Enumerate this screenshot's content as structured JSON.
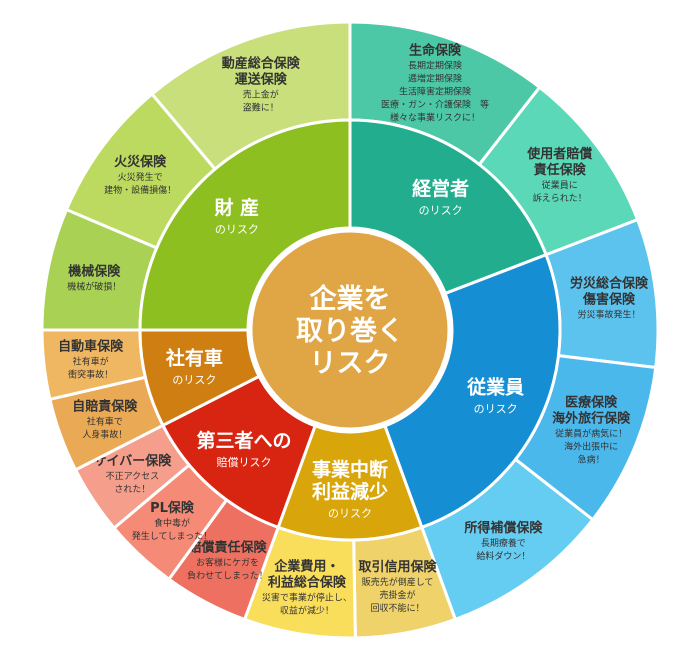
{
  "center": {
    "lines": [
      "企業を",
      "取り巻く",
      "リスク"
    ],
    "color": "#e0a545"
  },
  "inner": [
    {
      "id": "zaisan",
      "title": [
        "財 産"
      ],
      "sub": "のリスク",
      "color": "#8cbf1f",
      "a1": 270,
      "a2": 360
    },
    {
      "id": "keieisha",
      "title": [
        "経営者"
      ],
      "sub": "のリスク",
      "color": "#21ad8e",
      "a1": 0,
      "a2": 69
    },
    {
      "id": "jugyoin",
      "title": [
        "従業員"
      ],
      "sub": "のリスク",
      "color": "#158ed3",
      "a1": 69,
      "a2": 160
    },
    {
      "id": "jigyo",
      "title": [
        "事業中断",
        "利益減少"
      ],
      "sub": "のリスク",
      "color": "#d8a50a",
      "a1": 160,
      "a2": 200
    },
    {
      "id": "daisansha",
      "title": [
        "第三者への"
      ],
      "sub": "賠償リスク",
      "color": "#d82511",
      "a1": 200,
      "a2": 243
    },
    {
      "id": "shayusha",
      "title": [
        "社有車"
      ],
      "sub": "のリスク",
      "color": "#cf7e12",
      "a1": 243,
      "a2": 270
    }
  ],
  "outer": [
    {
      "title": [
        "動産総合保険",
        "運送保険"
      ],
      "desc": [
        "売上金が",
        "盗難に！"
      ],
      "color": "#c8df7b",
      "a1": 320,
      "a2": 360
    },
    {
      "title": [
        "火災保険"
      ],
      "desc": [
        "火災発生で",
        "建物・設備損傷！"
      ],
      "color": "#bcd960",
      "a1": 293,
      "a2": 320
    },
    {
      "title": [
        "機械保険"
      ],
      "desc": [
        "機械が破損！"
      ],
      "color": "#a9d254",
      "a1": 270,
      "a2": 293
    },
    {
      "title": [
        "生命保険"
      ],
      "desc": [
        "長期定期保険",
        "逓増定期保険",
        "生活障害定期保険",
        "医療・ガン・介護保険　等",
        "様々な事業リスクに！"
      ],
      "color": "#4dc8a6",
      "a1": 0,
      "a2": 38
    },
    {
      "title": [
        "使用者賠償",
        "責任保険"
      ],
      "desc": [
        "従業員に",
        "訴えられた！"
      ],
      "color": "#5ad8b8",
      "a1": 38,
      "a2": 69
    },
    {
      "title": [
        "労災総合保険",
        "傷害保険"
      ],
      "desc": [
        "労災事故発生！"
      ],
      "color": "#5cc3ee",
      "a1": 69,
      "a2": 97
    },
    {
      "title": [
        "医療保険",
        "海外旅行保険"
      ],
      "desc": [
        "従業員が病気に！",
        "海外出張中に",
        "急病！"
      ],
      "color": "#4bb8ec",
      "a1": 97,
      "a2": 128
    },
    {
      "title": [
        "所得補償保険"
      ],
      "desc": [
        "長期療養で",
        "給料ダウン！"
      ],
      "color": "#66cdf2",
      "a1": 128,
      "a2": 160
    },
    {
      "title": [
        "取引信用保険"
      ],
      "desc": [
        "販売先が倒産して",
        "売掛金が",
        "回収不能に！"
      ],
      "color": "#efd36a",
      "a1": 160,
      "a2": 179
    },
    {
      "title": [
        "企業費用・",
        "利益総合保険"
      ],
      "desc": [
        "災害で事業が停止し、",
        "収益が減少！"
      ],
      "color": "#f9de5c",
      "a1": 179,
      "a2": 200
    },
    {
      "title": [
        "賠償責任保険"
      ],
      "desc": [
        "お客様にケガを",
        "負わせてしまった！"
      ],
      "color": "#ee7060",
      "a1": 200,
      "a2": 216
    },
    {
      "title": [
        "PL保険"
      ],
      "desc": [
        "食中毒が",
        "発生してしまった！"
      ],
      "color": "#f58a77",
      "a1": 216,
      "a2": 230
    },
    {
      "title": [
        "サイバー保険"
      ],
      "desc": [
        "不正アクセス",
        "された！"
      ],
      "color": "#f59e8b",
      "a1": 230,
      "a2": 243
    },
    {
      "title": [
        "自賠責保険"
      ],
      "desc": [
        "社有車で",
        "人身事故！"
      ],
      "color": "#e9a955",
      "a1": 243,
      "a2": 257
    },
    {
      "title": [
        "自動車保険"
      ],
      "desc": [
        "社有車が",
        "衝突事故！"
      ],
      "color": "#f0b762",
      "a1": 257,
      "a2": 270
    }
  ]
}
